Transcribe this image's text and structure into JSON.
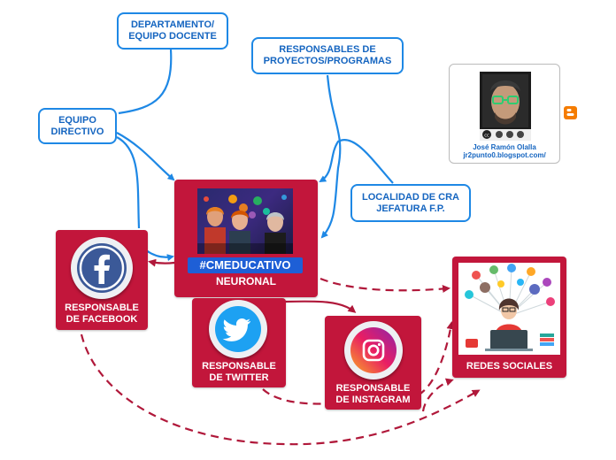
{
  "topics": {
    "departamento": "DEPARTAMENTO/\nEQUIPO DOCENTE",
    "responsables": "RESPONSABLES DE\nPROYECTOS/PROGRAMAS",
    "equipo": "EQUIPO\nDIRECTIVO",
    "localidad": "LOCALIDAD DE CRA\nJEFATURA F.P."
  },
  "central": {
    "hashtag": "#CMEDUCATIVO",
    "title": "NEURONAL"
  },
  "cards": {
    "facebook": "RESPONSABLE\nDE FACEBOOK",
    "twitter": "RESPONSABLE\nDE TWITTER",
    "instagram": "RESPONSABLE\nDE INSTAGRAM",
    "redes": "REDES SOCIALES"
  },
  "author": {
    "name": "José Ramón Olalla",
    "blog": "jr2punto0.blogspot.com/"
  },
  "colors": {
    "blue_line": "#1e88e5",
    "red_line": "#b0183a",
    "card": "#c2163b"
  },
  "icons": [
    "facebook-icon",
    "twitter-icon",
    "instagram-icon",
    "blogger-icon"
  ]
}
